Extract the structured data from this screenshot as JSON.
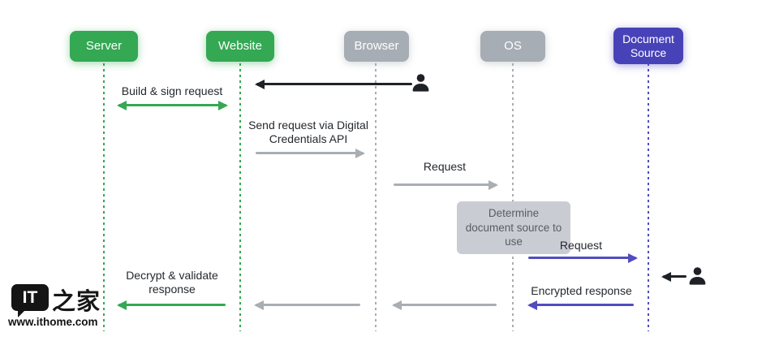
{
  "diagram": {
    "actors": [
      {
        "id": "server",
        "label": "Server"
      },
      {
        "id": "website",
        "label": "Website"
      },
      {
        "id": "browser",
        "label": "Browser"
      },
      {
        "id": "os",
        "label": "OS"
      },
      {
        "id": "document-source",
        "label": "Document Source"
      }
    ],
    "messages": [
      {
        "id": "build-sign-request",
        "label": "Build & sign request"
      },
      {
        "id": "send-request-api",
        "label": "Send request via Digital Credentials API"
      },
      {
        "id": "request-browser-os",
        "label": "Request"
      },
      {
        "id": "request-os-docsource",
        "label": "Request"
      },
      {
        "id": "encrypted-response",
        "label": "Encrypted response"
      },
      {
        "id": "decrypt-validate",
        "label": "Decrypt & validate response"
      }
    ],
    "note": {
      "label": "Determine document source to use"
    },
    "icons": [
      "user-icon-browser-side",
      "user-icon-document-source-side"
    ]
  },
  "colors": {
    "green": "#34A853",
    "gray_box": "#A7ADB4",
    "gray_arrow": "#A9AEB3",
    "note_bg": "#C9CDD3",
    "note_text": "#575D66",
    "purple_box": "#4842B8",
    "purple_arrow": "#524CC0",
    "black": "#1E2227"
  },
  "watermark": {
    "logo_text": "IT",
    "logo_suffix": "之家",
    "url": "www.ithome.com"
  }
}
